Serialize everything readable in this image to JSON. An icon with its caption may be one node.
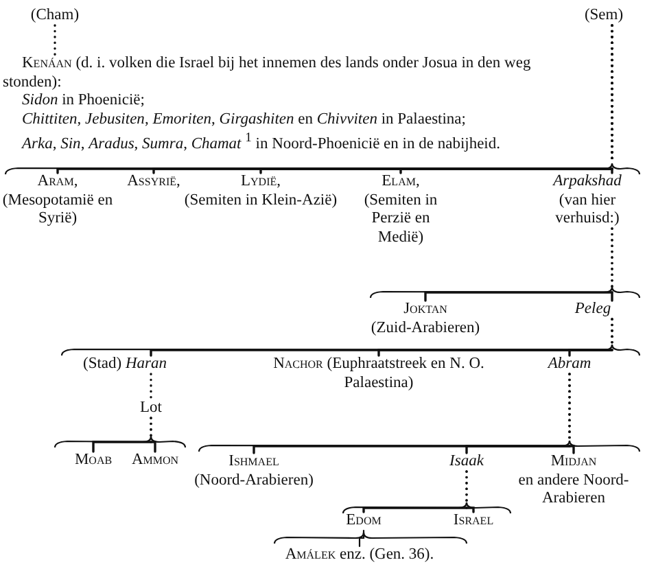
{
  "diagram": {
    "nodes": [
      {
        "text": [
          "(Cham)"
        ]
      },
      {
        "text": [
          "(Sem)"
        ]
      },
      {
        "text": [
          "Kenáan",
          "(d. i. volken die Israel bij het innemen des lands onder Josua in den weg stonden):",
          "*Sidon* in Phoenicië;",
          "*Chittiten*, *Jebusiten*, *Emoriten*, *Girgashiten* en *Chivviten* in Palaestina;",
          "*Arka*, *Sin*, *Aradus*, *Sumra*, *Chamat* $^{1}$ in Noord-Phoenicië en in de nabijheid."
        ]
      },
      {
        "text": [
          "Aram,",
          "(Mesopotamië en Syrië)"
        ]
      },
      {
        "text": [
          "Assyrië,"
        ]
      },
      {
        "text": [
          "Lydië,",
          "(Semiten in Klein-Azië)"
        ]
      },
      {
        "text": [
          "Elam,",
          "(Semiten in Perzië en Medië)"
        ]
      },
      {
        "text": [
          "Arpakshad",
          "(van hier verhuisd:)"
        ]
      },
      {
        "text": [
          "Joktan",
          "(Zuid-Arabieren)"
        ]
      },
      {
        "text": [
          "Peleg"
        ]
      },
      {
        "text": [
          "(Stad) *Haran*"
        ]
      },
      {
        "text": [
          "Nachor",
          "(Euphraatstreek en N. O. Palaestina)"
        ]
      },
      {
        "text": [
          "Abram"
        ]
      },
      {
        "text": [
          "Lot"
        ]
      },
      {
        "text": [
          "Moab"
        ]
      },
      {
        "text": [
          "Ammon"
        ]
      },
      {
        "text": [
          "Ishmael",
          "(Noord-Arabieren)"
        ]
      },
      {
        "text": [
          "Isaak"
        ]
      },
      {
        "text": [
          "Midjan",
          "en andere Noord-Arabieren"
        ]
      },
      {
        "text": [
          "Edom"
        ]
      },
      {
        "text": [
          "Israel"
        ]
      },
      {
        "text": [
          "Amálek",
          "enz. (Gen. 36)."
        ]
      }
    ],
    "edges": [
      {
        "from": 0,
        "to": 2,
        "arrow": "none",
        "style": "dashed"
      },
      {
        "from": 1,
        "to": 3,
        "arrow": "none",
        "style": "dashed"
      },
      {
        "from": 1,
        "to": 4,
        "arrow": "none",
        "style": "dashed"
      },
      {
        "from": 1,
        "to": 5,
        "arrow": "none",
        "style": "dashed"
      },
      {
        "from": 1,
        "to": 6,
        "arrow": "none",
        "style": "dashed"
      },
      {
        "from": 1,
        "to": 7,
        "arrow": "none",
        "style": "dashed"
      },
      {
        "from": 7,
        "to": 8,
        "arrow": "none",
        "style": "dashed"
      },
      {
        "from": 7,
        "to": 9,
        "arrow": "none",
        "style": "dashed"
      },
      {
        "from": 9,
        "to": 10,
        "arrow": "none",
        "style": "dashed"
      },
      {
        "from": 9,
        "to": 11,
        "arrow": "none",
        "style": "dashed"
      },
      {
        "from": 9,
        "to": 12,
        "arrow": "none",
        "style": "dashed"
      },
      {
        "from": 10,
        "to": 13,
        "arrow": "none",
        "style": "dashed"
      },
      {
        "from": 13,
        "to": 14,
        "arrow": "none",
        "style": "dashed"
      },
      {
        "from": 13,
        "to": 15,
        "arrow": "none",
        "style": "dashed"
      },
      {
        "from": 12,
        "to": 16,
        "arrow": "none",
        "style": "dashed"
      },
      {
        "from": 12,
        "to": 17,
        "arrow": "none",
        "style": "dashed"
      },
      {
        "from": 12,
        "to": 18,
        "arrow": "none",
        "style": "dashed"
      },
      {
        "from": 17,
        "to": 19,
        "arrow": "none",
        "style": "dashed"
      },
      {
        "from": 17,
        "to": 20,
        "arrow": "none",
        "style": "dashed"
      },
      {
        "from": 19,
        "to": 21,
        "arrow": "none"
      }
    ]
  }
}
